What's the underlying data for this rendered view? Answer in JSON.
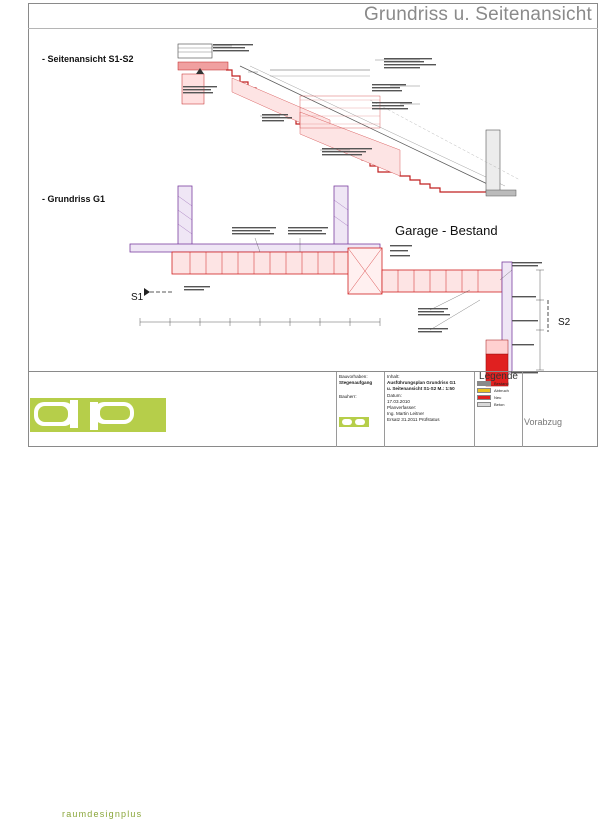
{
  "title": "Grundriss u. Seitenansicht",
  "sections": {
    "side_view": "- Seitenansicht S1-S2",
    "floor_plan": "- Grundriss G1",
    "garage_label": "Garage - Bestand"
  },
  "markers": {
    "s1": "S1",
    "s2": "S2"
  },
  "title_block": {
    "builder_label": "Bauvorhaben:",
    "builder_value": "Stegenaufgang",
    "client_label": "Bauherr:",
    "content_label": "Inhalt:",
    "content_lines": [
      "Ausführungsplan Grundriss G1",
      "u. Seitenansicht S1-S2  M.: 1:50"
    ],
    "date_label": "Datum:",
    "date_value": "17.03.2010",
    "designer_label": "Planverfasser:",
    "designer_value": "Ing. Martin Leitner",
    "revision": "Ersatz 31.2011 Prüfstatus"
  },
  "legend": {
    "title": "Legende",
    "items": [
      {
        "label": "Bestand",
        "color": "#8a8a8a"
      },
      {
        "label": "Abbruch",
        "color": "#e8c020"
      },
      {
        "label": "Neu",
        "color": "#e02020"
      },
      {
        "label": "Beton",
        "color": "#d8d8d8"
      }
    ]
  },
  "stamp": "Vorabzug",
  "logo": {
    "initials": "dp",
    "name": "raumdesignplus"
  },
  "colors": {
    "accent_green": "#b6ce4a",
    "new_red": "#e02020",
    "existing_purple": "#7a3fa0",
    "line_grey": "#8a8a8a"
  }
}
